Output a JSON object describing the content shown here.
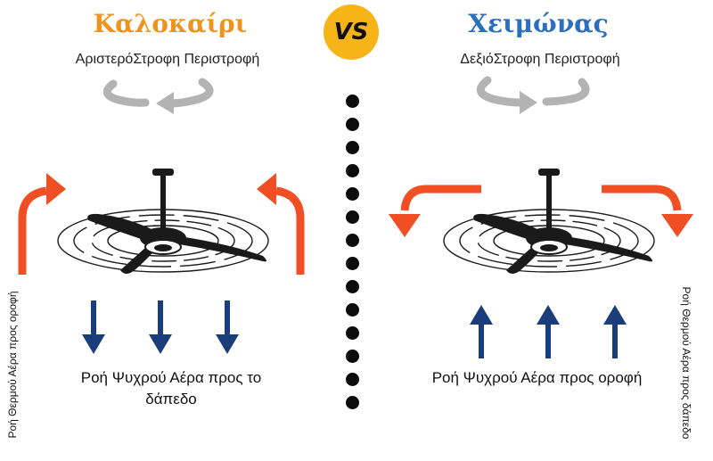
{
  "summer": {
    "title": "Καλοκαίρι",
    "rotation": "ΑριστερόΣτροφη Περιστροφή",
    "flow_text": "Ροή Ψυχρού Αέρα προς το δάπεδο",
    "side_label": "Ροή Θερμού Αέρα προς οροφή",
    "title_color": "#f0921e"
  },
  "winter": {
    "title": "Χειμώνας",
    "rotation": "ΔεξιόΣτροφη Περιστροφή",
    "flow_text": "Ροή Ψυχρού Αέρα προς οροφή",
    "side_label": "Ροή Θερμού Αέρα προς δάπεδο",
    "title_color": "#2a6fc0"
  },
  "vs_badge": {
    "text": "VS",
    "color": "#f6b419"
  },
  "colors": {
    "warm_arrow": "#f04e23",
    "cool_arrow": "#1a3e7c",
    "rotation_arrow": "#b3b3b3",
    "fan": "#1a1a1a"
  },
  "icons": {
    "fan": "ceiling-fan-icon",
    "rotation": "curved-rotation-arrows-icon",
    "air_flow": "straight-arrow-icon",
    "separator": "dotted-line"
  }
}
